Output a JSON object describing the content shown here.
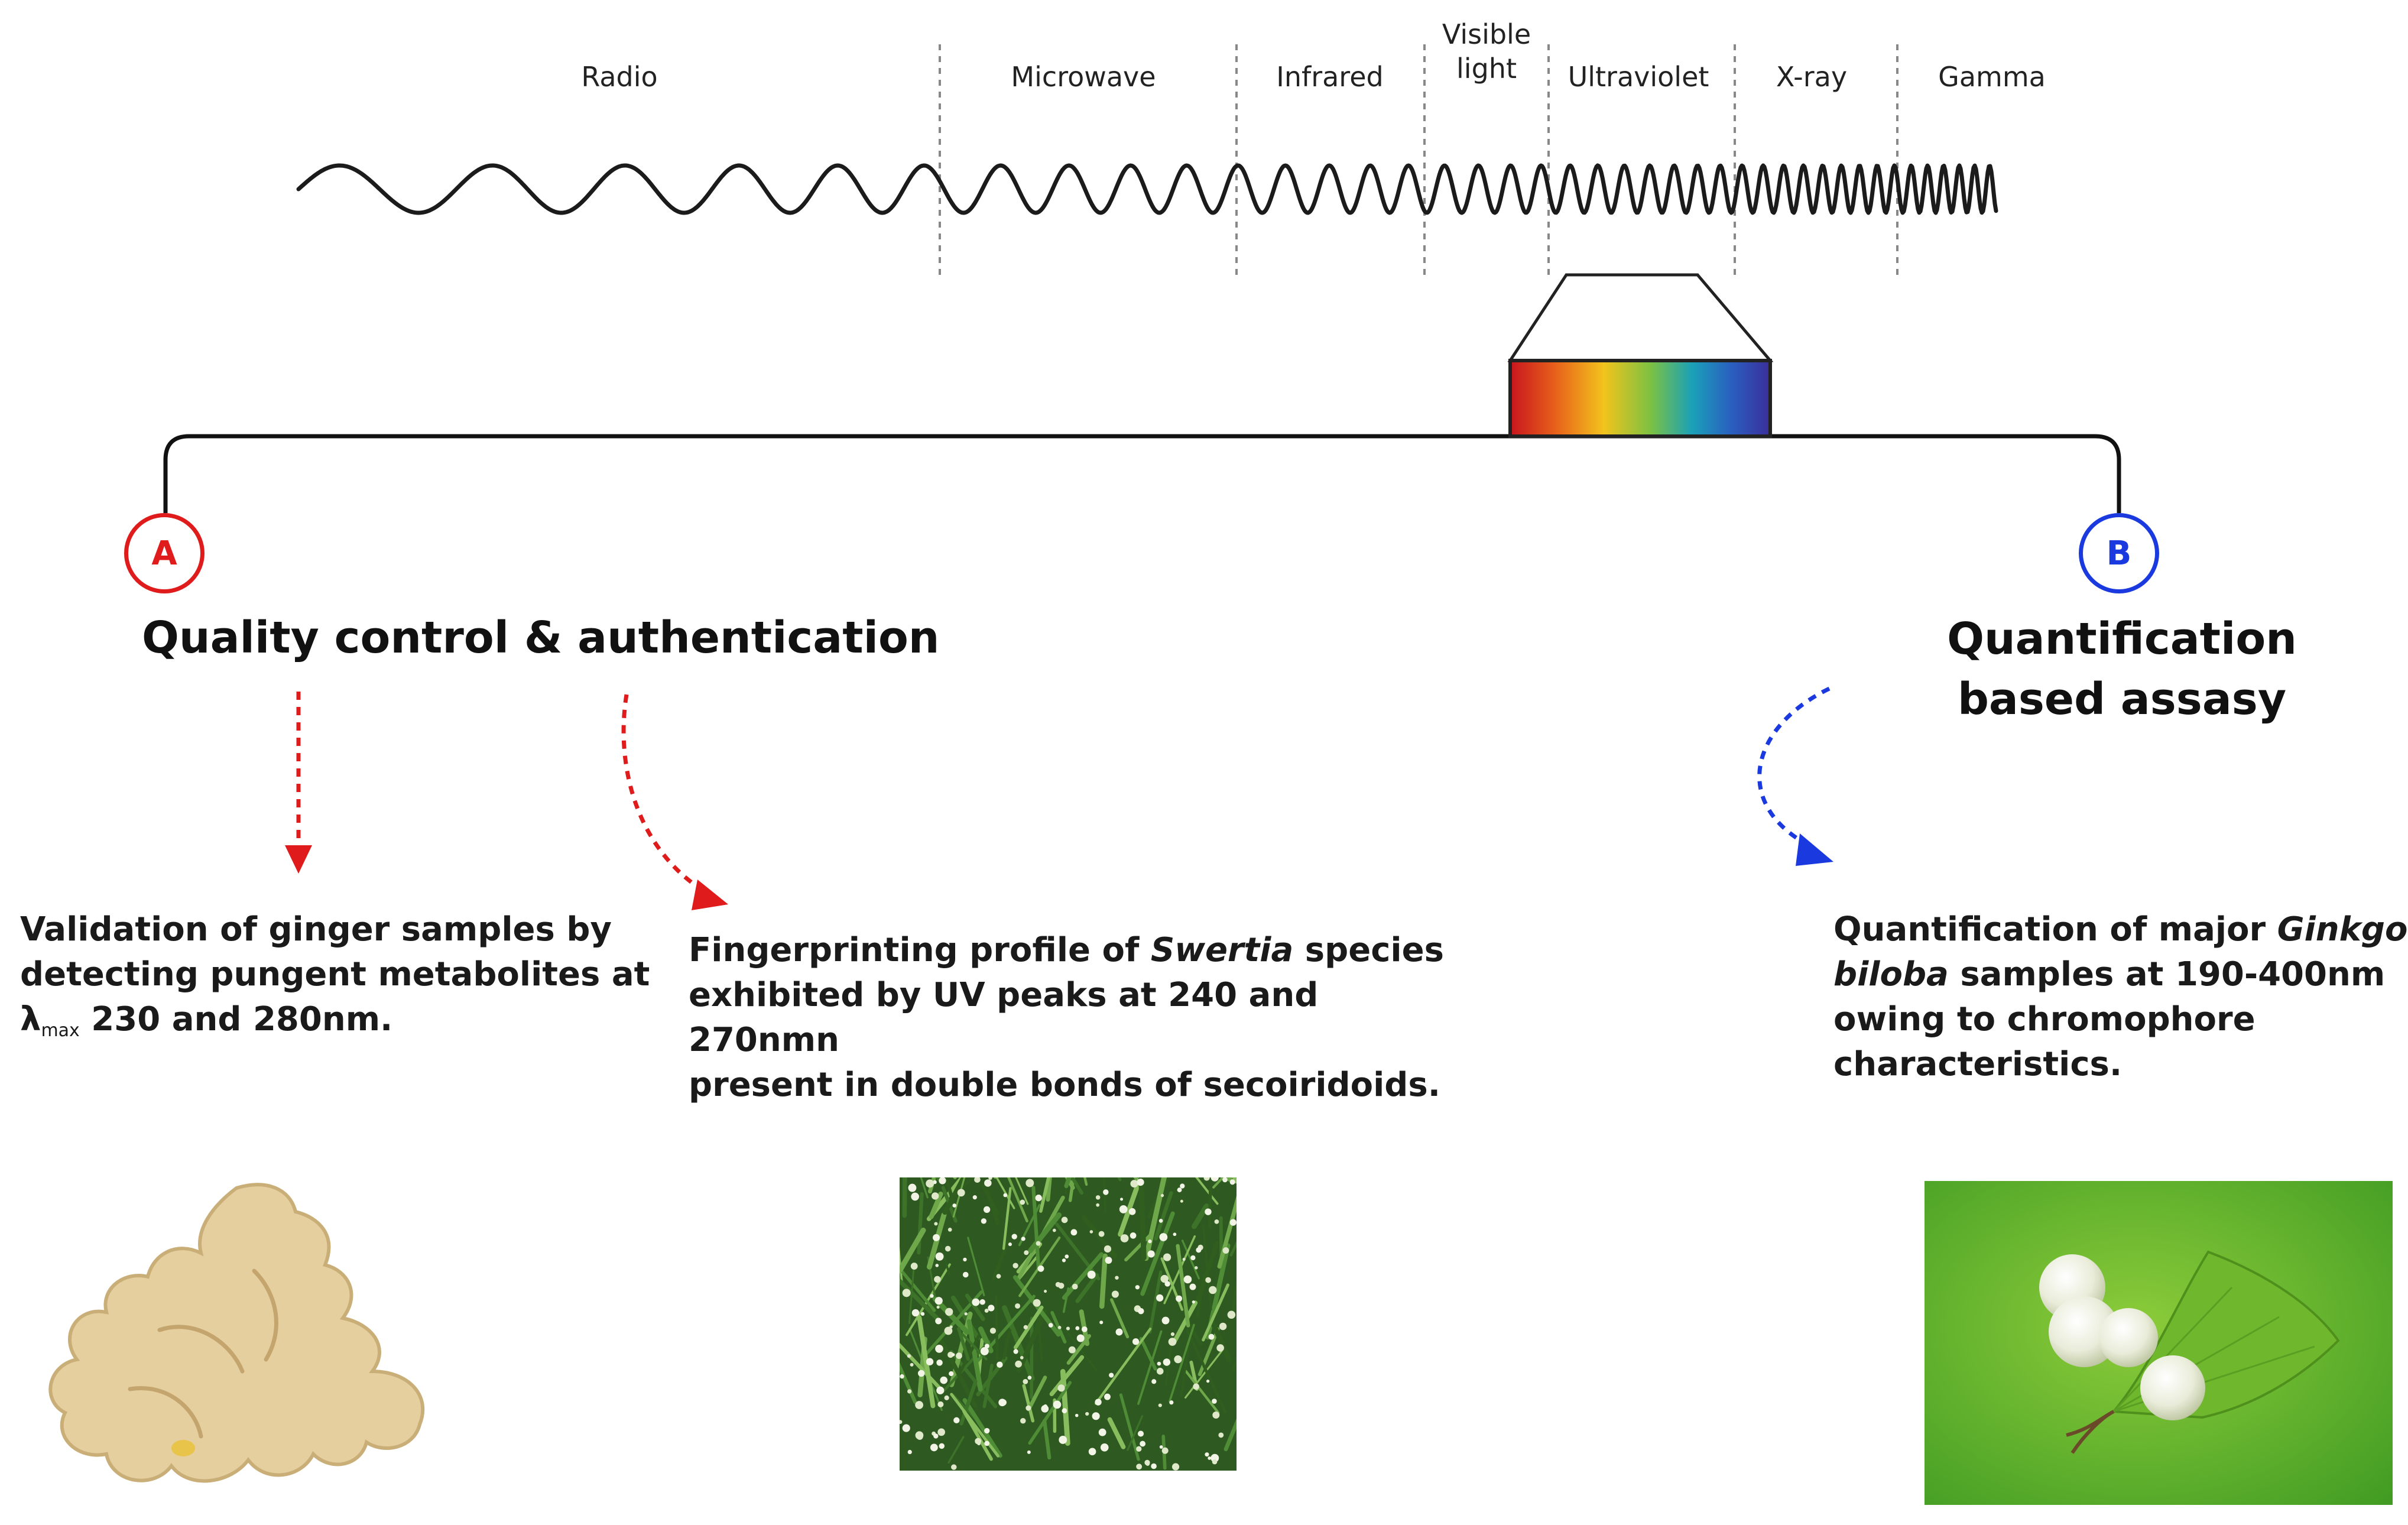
{
  "spectrum": {
    "bands": [
      {
        "label": "Radio"
      },
      {
        "label": "Microwave"
      },
      {
        "label": "Infrared"
      },
      {
        "label": "Visible\nlight"
      },
      {
        "label": "Ultraviolet"
      },
      {
        "label": "X-ray"
      },
      {
        "label": "Gamma"
      }
    ]
  },
  "branch_a": {
    "badge": "A",
    "heading": "Quality control & authentication",
    "color": "#e01b1b"
  },
  "branch_b": {
    "badge": "B",
    "heading": "Quantification based assasy",
    "color": "#1a3ae0"
  },
  "items": {
    "ginger": {
      "line1": "Validation of ginger samples by",
      "line2": "detecting pungent metabolites at",
      "symbol": "λ",
      "subscript": "max",
      "line3_rest": " 230 and 280nm."
    },
    "swertia": {
      "prefix": "Fingerprinting profile of ",
      "species": "Swertia",
      "suffix": " species",
      "line2": "exhibited by UV peaks at 240 and 270nmn",
      "line3": "present in double bonds of secoiridoids."
    },
    "ginkgo": {
      "prefix": "Quantification of major ",
      "genus": "Ginkgo",
      "species": "biloba",
      "suffix": " samples at 190-400nm",
      "line3": "owing to chromophore",
      "line4": "characteristics."
    }
  },
  "colors": {
    "spectrum_gradient": [
      "#c8141e",
      "#e8641a",
      "#f2c31d",
      "#7cc242",
      "#1aa0b8",
      "#2a5fc0",
      "#3b2e9a"
    ]
  }
}
